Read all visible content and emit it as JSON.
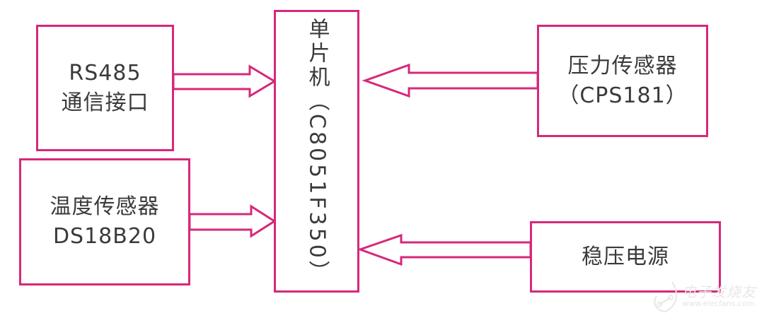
{
  "diagram": {
    "type": "block-diagram",
    "accent_color": "#d6287a",
    "text_color": "#3a3a3a",
    "center": {
      "label_cn": "单片机",
      "label": "单片机（C8051F350）",
      "line_vertical": "单片机（C8051F350）"
    },
    "blocks": [
      {
        "id": "rs485",
        "lines": [
          "RS485",
          "通信接口"
        ],
        "position": "left-top",
        "arrow_direction": "to-center"
      },
      {
        "id": "temperature-sensor",
        "lines": [
          "温度传感器",
          "DS18B20"
        ],
        "position": "left-bottom",
        "arrow_direction": "to-center"
      },
      {
        "id": "pressure-sensor",
        "lines": [
          "压力传感器",
          "（CPS181）"
        ],
        "position": "right-top",
        "arrow_direction": "to-center"
      },
      {
        "id": "regulated-power",
        "lines": [
          "稳压电源"
        ],
        "position": "right-bottom",
        "arrow_direction": "to-center"
      }
    ],
    "edges": [
      {
        "from": "rs485",
        "to": "center"
      },
      {
        "from": "temperature-sensor",
        "to": "center"
      },
      {
        "from": "pressure-sensor",
        "to": "center"
      },
      {
        "from": "regulated-power",
        "to": "center"
      }
    ]
  },
  "watermark": {
    "name": "电子发烧友",
    "url": "www.elecfans.com"
  }
}
